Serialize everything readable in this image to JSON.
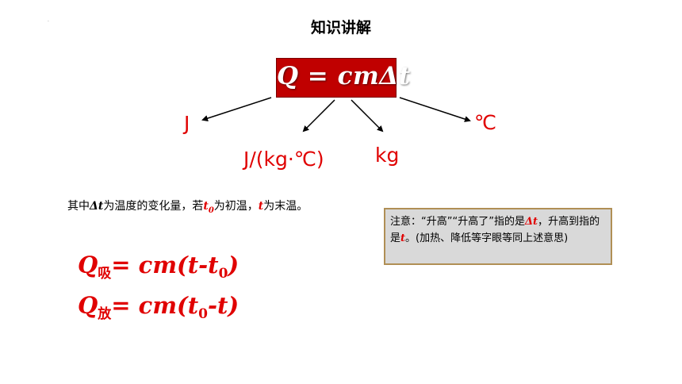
{
  "title": "知识讲解",
  "formula": "Q = cmΔt",
  "units": {
    "q": "J",
    "c": "J/(kg·℃)",
    "m": "kg",
    "t": "℃"
  },
  "sentence": {
    "part1": "其中",
    "delta_t": "Δt",
    "part2": "为温度的变化量，若",
    "t0": "t",
    "t0_sub": "0",
    "part3": "为初温，",
    "t": "t",
    "part4": "为末温。"
  },
  "equations": {
    "absorb_q": "Q",
    "absorb_sub": "吸",
    "absorb_rhs1": "= cm(t-t",
    "absorb_rhs_sub": "0",
    "absorb_rhs2": ")",
    "release_q": "Q",
    "release_sub": "放",
    "release_rhs1": "= cm(t",
    "release_rhs_sub": "0",
    "release_rhs2": "-t)"
  },
  "note": {
    "part1": "注意：“升高”“升高了”指的是",
    "delta_t": "Δt",
    "part2": "，",
    "part3": "升高到指的是",
    "t": "t",
    "part4": "。(加热、降低等字眼等同上述意思)"
  },
  "colors": {
    "accent_red": "#e00000",
    "formula_bg": "#c00000",
    "note_bg": "#d9d9d9",
    "note_border": "#b08f55"
  }
}
